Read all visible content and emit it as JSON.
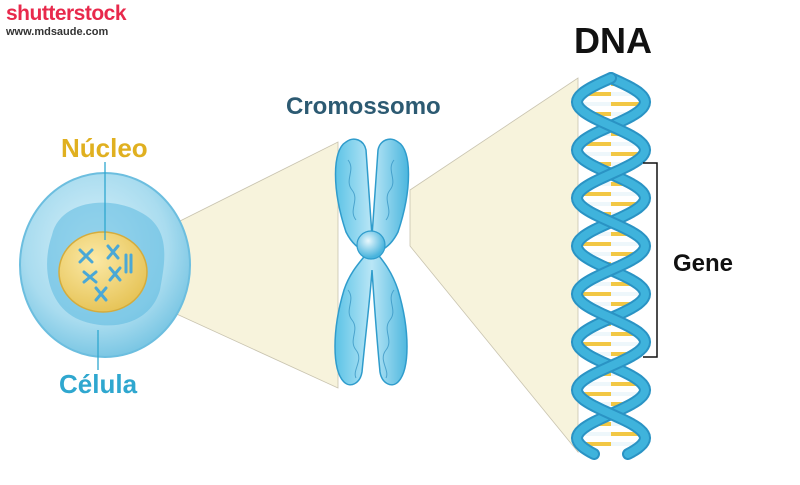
{
  "watermark": {
    "brand": "shutterstock",
    "url": "www.mdsaude.com"
  },
  "labels": {
    "nucleus": "Núcleo",
    "cell": "Célula",
    "chromosome": "Cromossomo",
    "dna": "DNA",
    "gene": "Gene"
  },
  "colors": {
    "nucleus_label": "#e0b020",
    "cell_label": "#2fa7cf",
    "chromosome_label": "#2c5a72",
    "dna_strand": "#3fb3dc",
    "base_yellow": "#f2c744",
    "base_white": "#eef7fb",
    "zoom_fill": "#f7f3dc",
    "brand_red": "#e8294c"
  },
  "icons": {
    "cell": "cell-illustration",
    "chromosome": "x-chromosome-illustration",
    "dna": "double-helix-illustration"
  }
}
